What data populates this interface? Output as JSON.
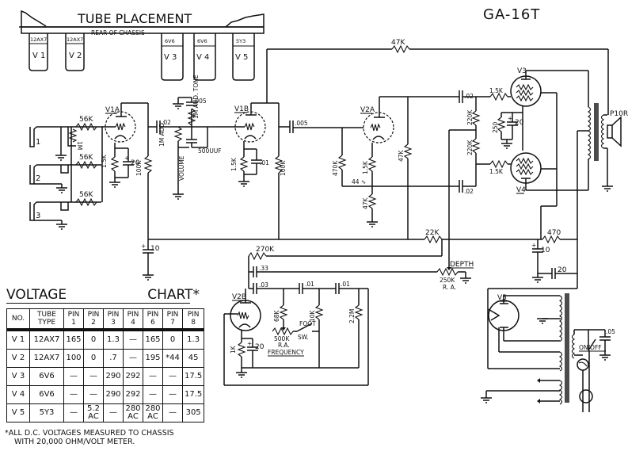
{
  "title": "GA-16T",
  "tube_placement": {
    "heading": "TUBE PLACEMENT",
    "subheading": "REAR OF CHASSIS",
    "tubes": [
      {
        "id": "V 1",
        "type": "12AX7"
      },
      {
        "id": "V 2",
        "type": "12AX7"
      },
      {
        "id": "V 3",
        "type": "6V6"
      },
      {
        "id": "V 4",
        "type": "6V6"
      },
      {
        "id": "V 5",
        "type": "5Y3"
      }
    ]
  },
  "voltage_chart": {
    "title_left": "VOLTAGE",
    "title_right": "CHART",
    "asterisk": "*",
    "headers": [
      "NO.",
      "TUBE TYPE",
      "PIN 1",
      "PIN 2",
      "PIN 3",
      "PIN 4",
      "PIN 6",
      "PIN 7",
      "PIN 8"
    ],
    "rows": [
      [
        "V 1",
        "12AX7",
        "165",
        "0",
        "1.3",
        "—",
        "165",
        "0",
        "1.3"
      ],
      [
        "V 2",
        "12AX7",
        "100",
        "0",
        ".7",
        "—",
        "195",
        "*44",
        "45"
      ],
      [
        "V 3",
        "6V6",
        "—",
        "—",
        "290",
        "292",
        "—",
        "—",
        "17.5"
      ],
      [
        "V 4",
        "6V6",
        "—",
        "—",
        "290",
        "292",
        "—",
        "—",
        "17.5"
      ],
      [
        "V 5",
        "5Y3",
        "—",
        "5.2 AC",
        "—",
        "280 AC",
        "280 AC",
        "—",
        "305"
      ]
    ],
    "note_line1": "*ALL D.C. VOLTAGES MEASURED TO CHASSIS",
    "note_line2": "WITH 20,000 OHM/VOLT METER."
  },
  "schematic": {
    "inputs": [
      "1",
      "2",
      "3"
    ],
    "tube_labels": {
      "v1a": "V1A",
      "v1b": "V1B",
      "v2a": "V2A",
      "v2b": "V2B",
      "v3": "V3",
      "v4": "V4",
      "v5": "V5"
    },
    "components": {
      "r_in1": "56K",
      "r_in2": "56K",
      "r_in3": "56K",
      "r_shunt": "1M",
      "r_v1a_k": "1.5K",
      "c_v1a_k": "20",
      "r_v1a_p": "100K",
      "c_coup1": ".02",
      "c_tone": ".005",
      "pot_tone": "1M AUD. TONE",
      "pot_vol": "1M AUD.",
      "vol_label": "VOLUME",
      "c_500": "500UUF",
      "r_v1b_k": "1.5K",
      "c_v1b_k": ".01",
      "r_v1b_p": "100K",
      "c_coup2": ".005",
      "r_grid_470": "470K",
      "r_v2a_k": "1.5K",
      "r_v2a_k2": "47K",
      "v_44": "44 ∿",
      "r_v2a_p": "47K",
      "r_fb": "47K",
      "c_pi_top": ".02",
      "c_pi_bot": ".02",
      "r_pi_top": "220K",
      "r_pi_bot": "220K",
      "r_g3": "1.5K",
      "r_g4": "1.5K",
      "r_k_out": "250",
      "c_k_out": "20",
      "speaker": "P10R",
      "r_22k": "22K",
      "r_470": "470",
      "c_10a": "10",
      "c_10b": "10",
      "c_20": "20",
      "r_270k": "270K",
      "c_33": ".33",
      "c_03": ".03",
      "c_01a": ".01",
      "c_01b": ".01",
      "r_68k": "68K",
      "r_10k": "10K",
      "r_2m": "2.2M",
      "pot_500k": "500K",
      "ra1": "R.A.",
      "freq": "FREQUENCY",
      "foot": "FOOT",
      "sw": "SW.",
      "pot_depth": "250K",
      "ra2": "R. A.",
      "depth": "DEPTH",
      "r_v2b_k": "1K",
      "c_v2b_k": "20",
      "c_05": ".05",
      "onoff": "ON/OFF"
    }
  }
}
